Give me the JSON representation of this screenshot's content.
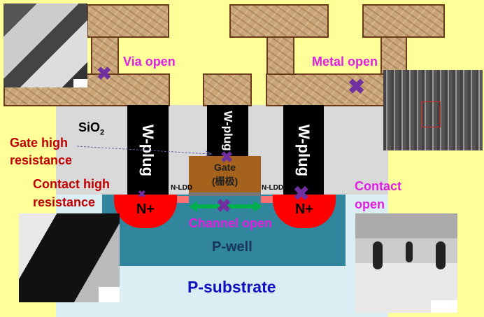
{
  "labels": {
    "via_open": "Via open",
    "metal_open": "Metal open",
    "sio2": "SiO",
    "sio2_sub": "2",
    "gate_high_resistance_1": "Gate high",
    "gate_high_resistance_2": "resistance",
    "contact_high_resistance_1": "Contact high",
    "contact_high_resistance_2": "resistance",
    "contact_open_1": "Contact",
    "contact_open_2": "open",
    "channel_open": "Channel open",
    "p_well": "P-well",
    "p_substrate": "P-substrate",
    "gate_1": "Gate",
    "gate_2": "(栅极)",
    "n_ldd_left": "N-LDD",
    "n_ldd_right": "N-LDD",
    "n_plus_left": "N+",
    "n_plus_right": "N+",
    "w_plug_left": "W-plug",
    "w_plug_middle": "W-plug",
    "w_plug_right": "W-plug",
    "fail_mark": "✖"
  },
  "colors": {
    "background": "#ffff99",
    "sio2": "#d9d9d9",
    "p_well": "#31859c",
    "p_substrate": "#daeef3",
    "n_plus": "#ff0000",
    "gate": "#a5621c",
    "failure_mark": "#7030a0"
  }
}
